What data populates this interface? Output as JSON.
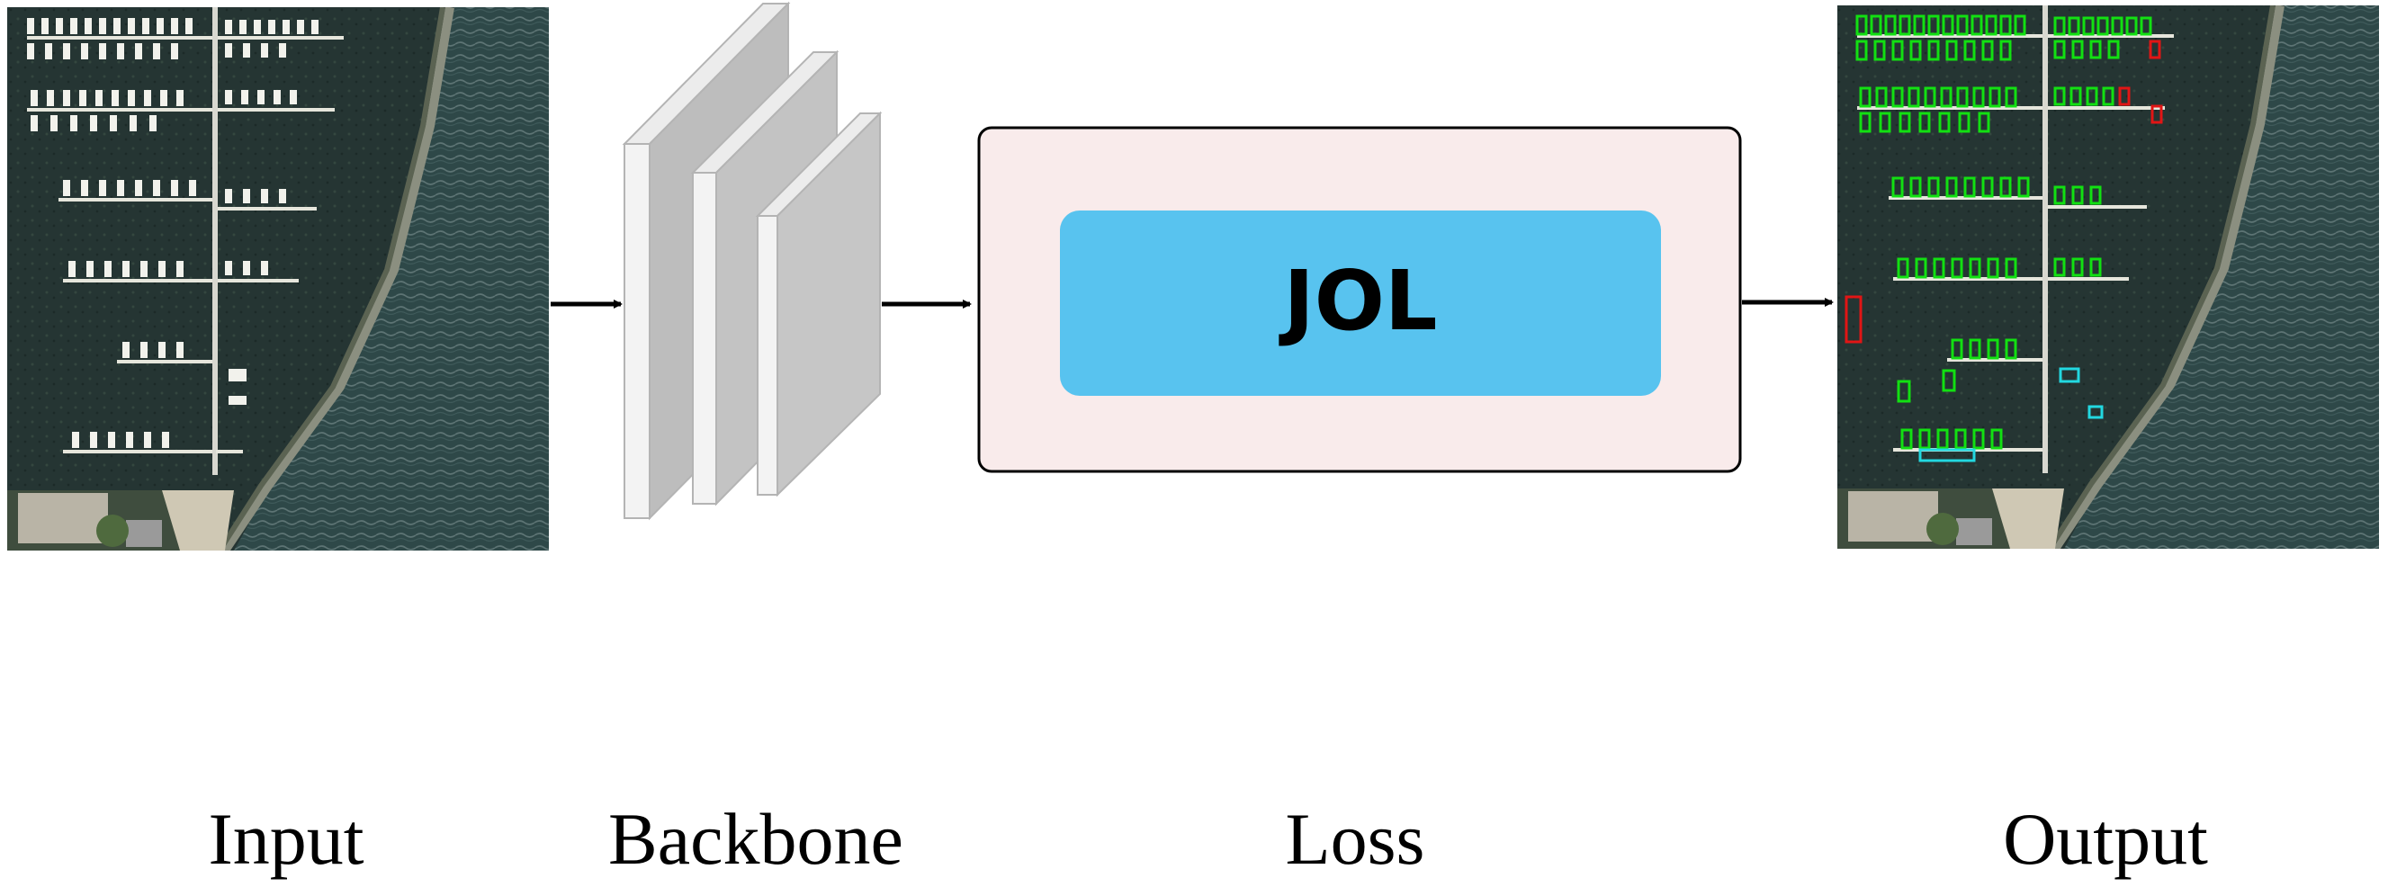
{
  "loss_block": {
    "label": "JOL"
  },
  "captions": {
    "input": "Input",
    "backbone": "Backbone",
    "loss": "Loss",
    "output": "Output"
  },
  "colors": {
    "loss_box_fill": "#f9ebeb",
    "jol_fill": "#58c3ef",
    "backbone_front": "#c6c6c6",
    "backbone_side": "#ececec",
    "detection_box_green": "#12e012",
    "detection_box_red": "#e11515",
    "detection_box_cyan": "#22d8e0",
    "water": "#2c4646",
    "land": "#3a4a3c"
  },
  "icons": {
    "input_image": "aerial-marina-image",
    "output_image": "aerial-marina-detections-image",
    "backbone": "stacked-feature-maps"
  }
}
